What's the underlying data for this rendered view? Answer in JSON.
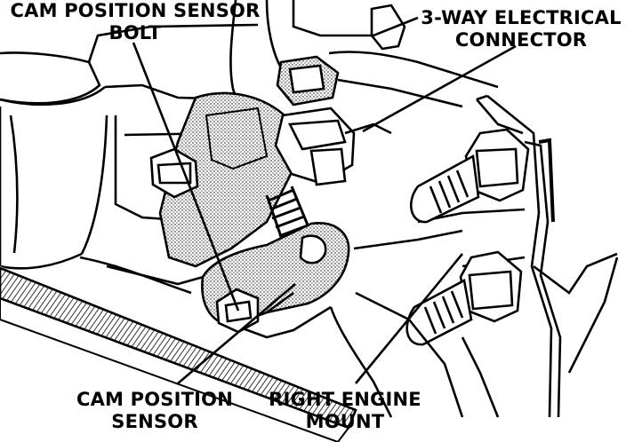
{
  "labels": {
    "cam_position_sensor_bolt": {
      "line1": "CAM POSITION SENSOR",
      "line2": "BOLT"
    },
    "three_way_connector": {
      "line1": "3-WAY ELECTRICAL",
      "line2": "CONNECTOR"
    },
    "cam_position_sensor": {
      "line1": "CAM POSITION",
      "line2": "SENSOR"
    },
    "right_engine_mount": {
      "line1": "RIGHT ENGINE",
      "line2": "MOUNT"
    }
  },
  "colors": {
    "ink": "#000000",
    "paper": "#ffffff",
    "shade": "#bdbdbd"
  }
}
